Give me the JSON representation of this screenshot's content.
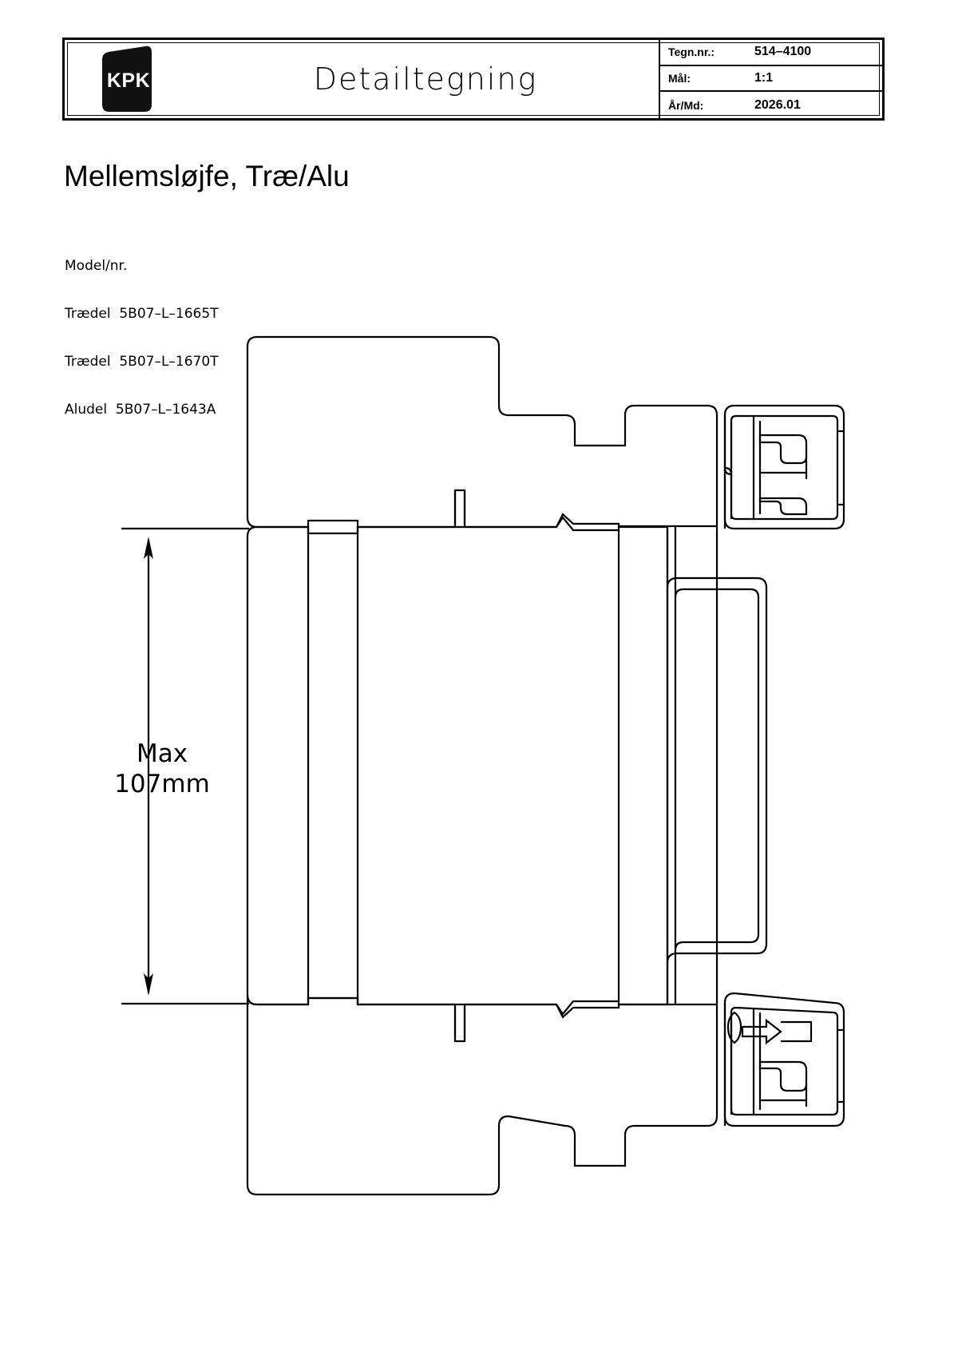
{
  "document": {
    "kind_label": "Detailtegning",
    "logo_text": "KPK",
    "title": "Mellemsløjfe, Træ/Alu"
  },
  "title_block": {
    "rows": [
      {
        "label": "Tegn.nr.:",
        "value": "514–4100"
      },
      {
        "label": "Mål:",
        "value": "1:1"
      },
      {
        "label": "År/Md:",
        "value": "2026.01"
      }
    ]
  },
  "model_info": {
    "heading": "Model/nr.",
    "lines": [
      "Trædel  5B07–L–1665T",
      "Trædel  5B07–L–1670T",
      "Aludel  5B07–L–1643A"
    ]
  },
  "dimensions": {
    "max_label": "Max",
    "max_value": "107mm"
  },
  "colors": {
    "line": "#000000",
    "background": "#ffffff",
    "logo_fill": "#111111"
  }
}
